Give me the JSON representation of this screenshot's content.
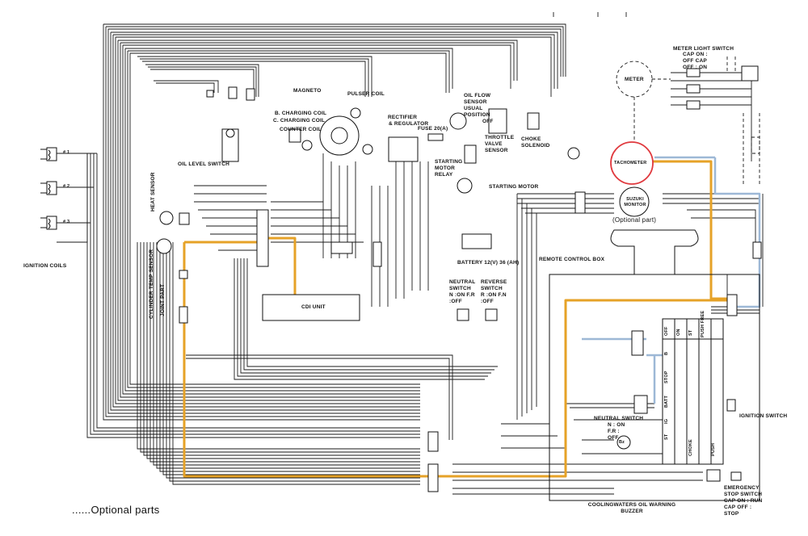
{
  "labels": {
    "magneto": "MAGNETO",
    "pulser_coil": "PULSER COIL",
    "b_charging_coil": "B. CHARGING COIL",
    "c_charging_coil": "C. CHARGING COIL",
    "counter_coil": "COUNTER COIL",
    "oil_level_switch": "OIL LEVEL SWITCH",
    "heat_sensor": "HEAT SENSOR",
    "cylinder_temp_sensor": "CYLINDER TEMP SENSOR",
    "joint_part": "JOINT PART",
    "ignition_coils": "IGNITION COILS",
    "cdi_unit": "CDI UNIT",
    "rectifier": "RECTIFIER",
    "regulator": "& REGULATOR",
    "fuse": "FUSE 20(A)",
    "oil_flow_sensor": "OIL FLOW SENSOR",
    "usual_position": "USUAL POSITION",
    "usual_off": "OFF",
    "throttle_valve_sensor": "THROTTLE VALVE SENSOR",
    "choke_solenoid": "CHOKE SOLENOID",
    "starting_motor_relay": "STARTING MOTOR RELAY",
    "starting_motor": "STARTING MOTOR",
    "battery": "BATTERY 12(V) 36 (AH)",
    "neutral_switch": "NEUTRAL SWITCH",
    "neutral_states": "N :ON F.R :OFF",
    "reverse_switch": "REVERSE SWITCH",
    "reverse_states": "R :ON F.N :OFF",
    "remote_control_box": "REMOTE CONTROL BOX",
    "meter_light_switch": "METER LIGHT SWITCH",
    "meter_light_states": "CAP ON : OFF CAP OFF : ON",
    "meter": "METER",
    "tachometer": "TACHOMETER",
    "suzuki_monitor": "SUZUKI MONITOR",
    "optional_part": "(Optional part)",
    "neutral_switch_2": "NEUTRAL SWITCH",
    "neutral_states_2": "N : ON F.R : OFF",
    "ignition_switch": "IGNITION SWITCH",
    "emergency_stop_switch": "EMERGENCY STOP SWITCH",
    "emergency_states": "CAP ON : RUN CAP OFF : STOP",
    "cooling_buzzer": "COOLINGWATERS OIL WARNING BUZZER",
    "optional_parts_legend": "......Optional parts",
    "buzzer_mark": "Bz",
    "coil_1": "# 1",
    "coil_2": "# 2",
    "coil_3": "# 3",
    "choke_col": "CHOKE",
    "push_col": "PUSH",
    "table_headers": [
      "OFF",
      "ON",
      "ST",
      "PUSH FREE",
      "B",
      "STOP",
      "BATT",
      "IG",
      "ST",
      "CHOKE"
    ]
  },
  "colors": {
    "wire": "#1a1a1a",
    "highlight_orange": "#E6A227",
    "highlight_blue": "#9DB8D6",
    "highlight_circle": "#E0393E"
  }
}
